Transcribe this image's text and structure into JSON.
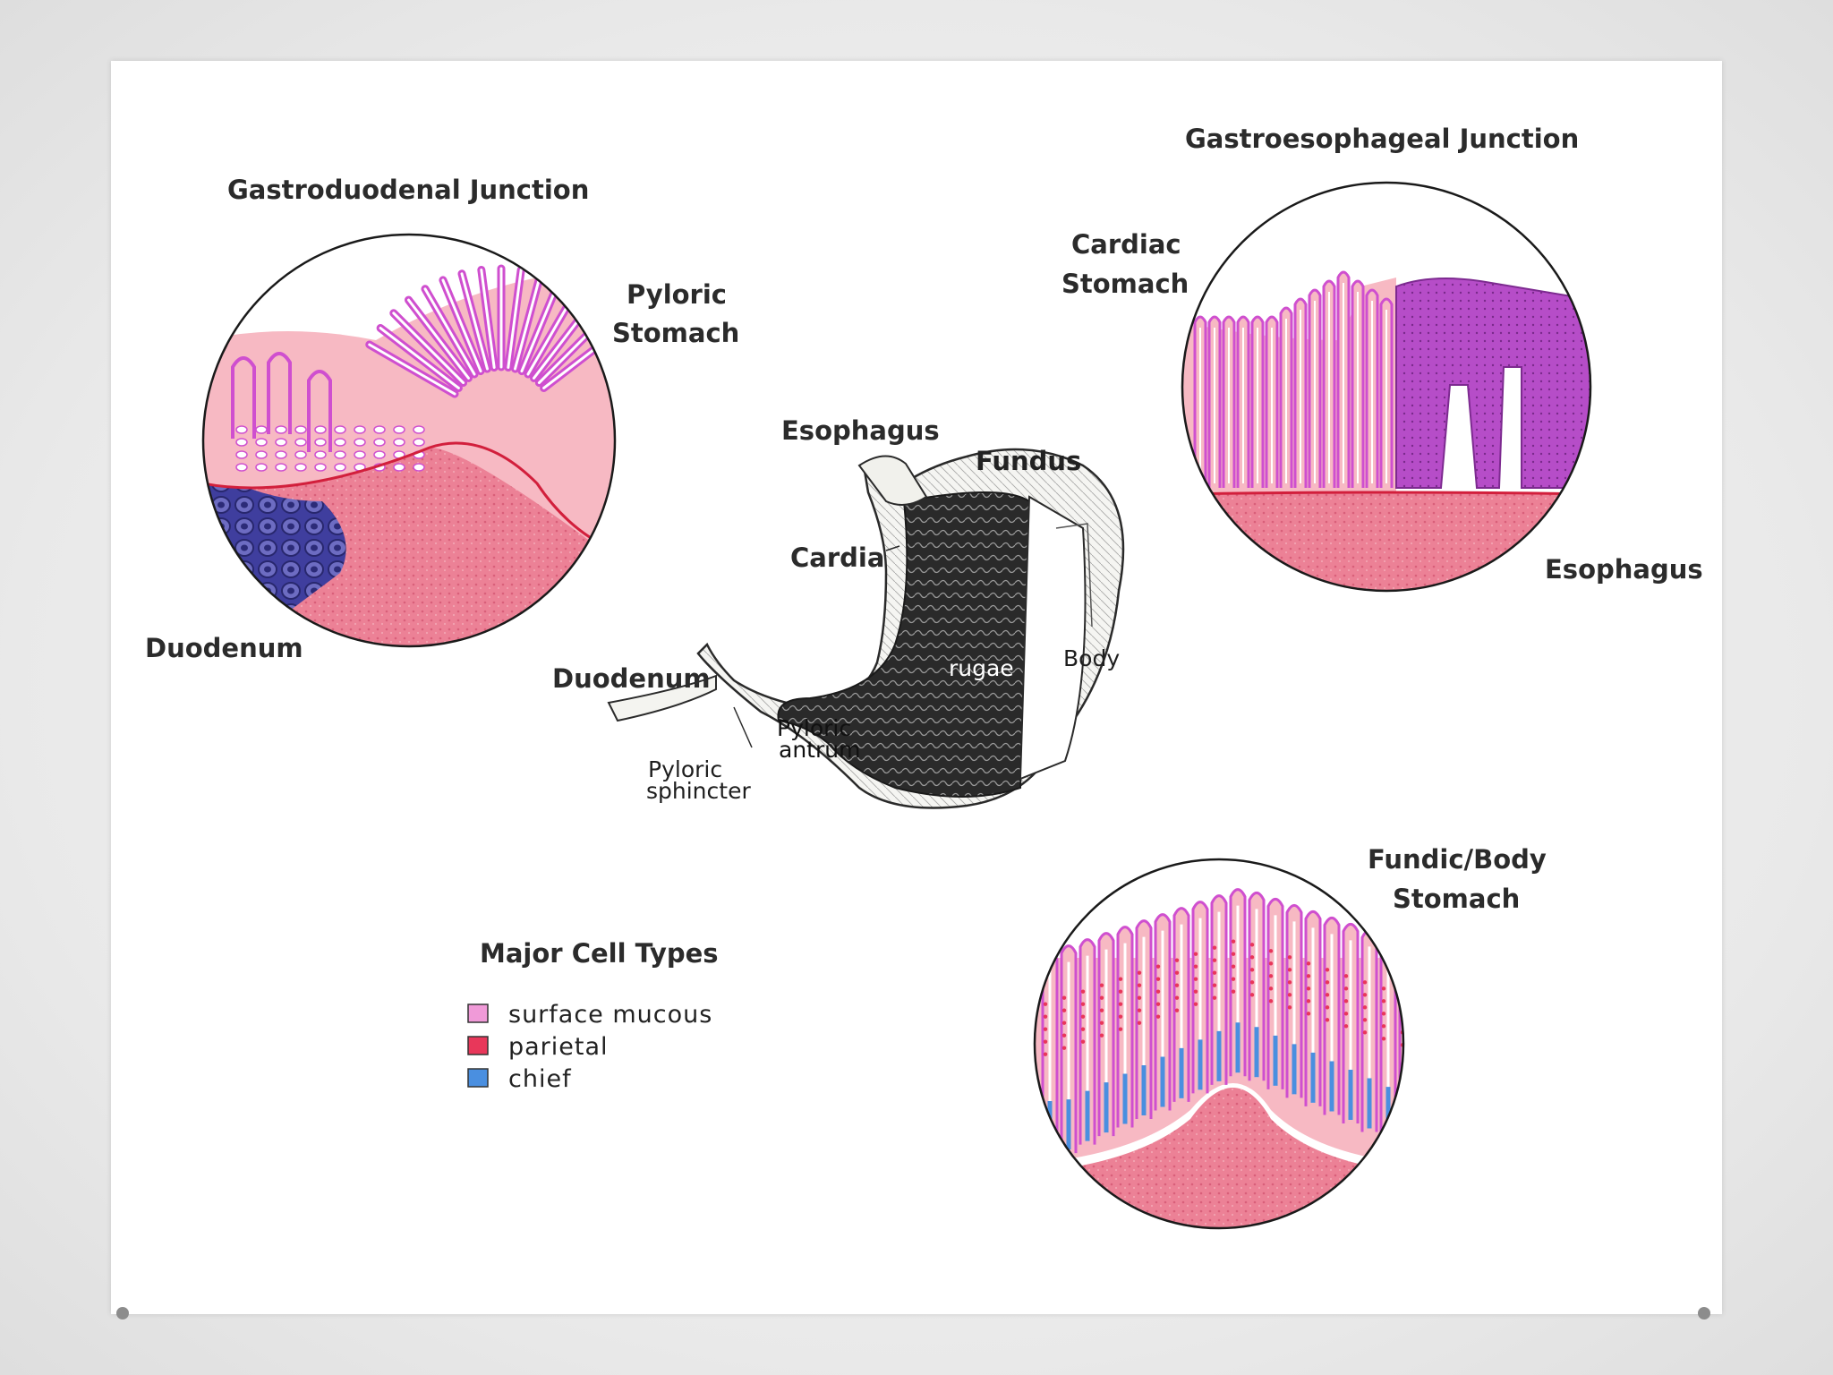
{
  "gastroduodenal": {
    "title": "Gastroduodenal Junction",
    "pyloric_1": "Pyloric",
    "pyloric_2": "Stomach",
    "duodenum": "Duodenum"
  },
  "gastroesophageal": {
    "title": "Gastroesophageal Junction",
    "cardiac_1": "Cardiac",
    "cardiac_2": "Stomach",
    "esophagus": "Esophagus"
  },
  "stomach": {
    "esophagus": "Esophagus",
    "fundus": "Fundus",
    "cardia": "Cardia",
    "rugae": "rugae",
    "body": "Body",
    "duodenum": "Duodenum",
    "pyloric_antrum_1": "Pyloric",
    "pyloric_antrum_2": "antrum",
    "pyloric_sphincter_1": "Pyloric",
    "pyloric_sphincter_2": "sphincter"
  },
  "fundic": {
    "title_1": "Fundic/Body",
    "title_2": "Stomach"
  },
  "legend": {
    "title": "Major Cell Types",
    "items": [
      {
        "label": "surface mucous",
        "color": "#f09ad8"
      },
      {
        "label": "parietal",
        "color": "#e8375a"
      },
      {
        "label": "chief",
        "color": "#4a8fe0"
      }
    ]
  },
  "colors": {
    "mucosa_pink": "#f4a6b4",
    "submucosa": "#ec7e94",
    "pit_magenta": "#cf4fcf",
    "duodenal_blue": "#3b3a9c",
    "esophageal_purple": "#b048c4"
  }
}
